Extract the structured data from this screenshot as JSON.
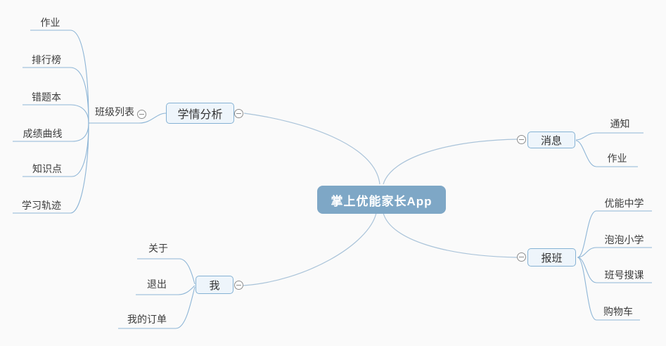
{
  "diagram": {
    "type": "mindmap",
    "root": {
      "label": "掌上优能家长App"
    },
    "branches": [
      {
        "label": "学情分析",
        "collapse_icon": "minus-circle",
        "children": [
          {
            "label": "班级列表",
            "collapse_icon": "minus-circle",
            "children": [
              {
                "label": "作业"
              },
              {
                "label": "排行榜"
              },
              {
                "label": "错题本"
              },
              {
                "label": "成绩曲线"
              },
              {
                "label": "知识点"
              },
              {
                "label": "学习轨迹"
              }
            ]
          }
        ]
      },
      {
        "label": "消息",
        "collapse_icon": "minus-circle",
        "children": [
          {
            "label": "通知"
          },
          {
            "label": "作业"
          }
        ]
      },
      {
        "label": "报班",
        "collapse_icon": "minus-circle",
        "children": [
          {
            "label": "优能中学"
          },
          {
            "label": "泡泡小学"
          },
          {
            "label": "班号搜课"
          },
          {
            "label": "购物车"
          }
        ]
      },
      {
        "label": "我",
        "collapse_icon": "minus-circle",
        "children": [
          {
            "label": "关于"
          },
          {
            "label": "退出"
          },
          {
            "label": "我的订单"
          }
        ]
      }
    ],
    "colors": {
      "center_fill": "#7ea7c6",
      "center_text": "#ffffff",
      "node_border": "#85b2d4",
      "node_fill": "#eef5fb",
      "branch_line": "#a9c3d9",
      "leaf_line": "#8db5d6",
      "collapse_border": "#8c8c8c",
      "leaf_text": "#3c3c3c",
      "background": "#fafafa"
    }
  }
}
